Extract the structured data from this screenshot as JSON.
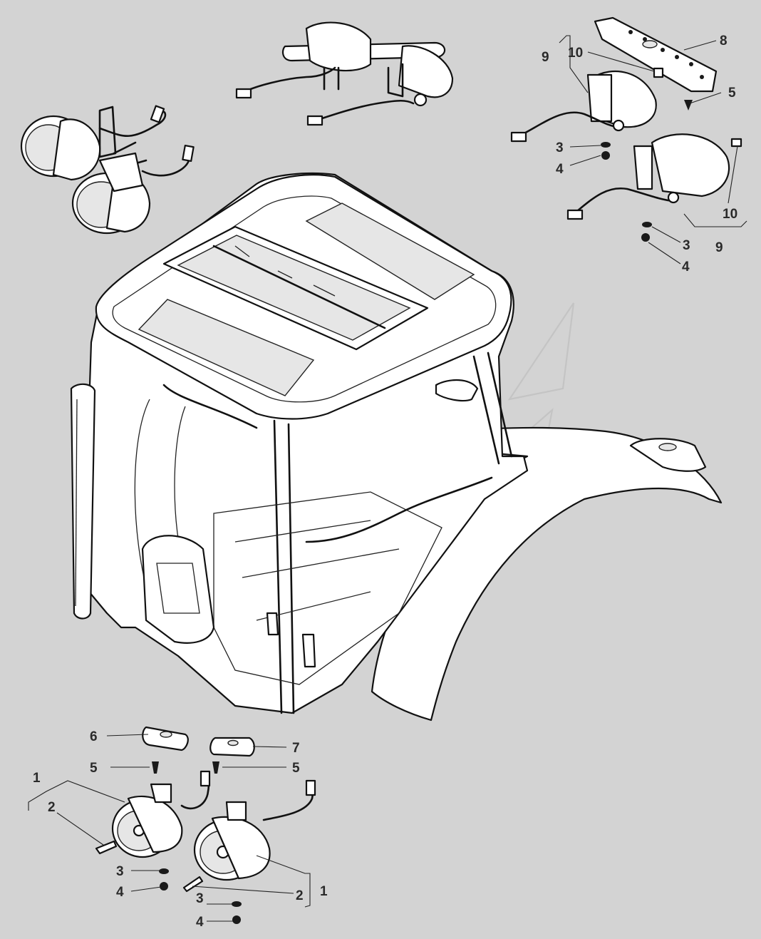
{
  "callouts": {
    "c1a": "1",
    "c1b": "1",
    "c2a": "2",
    "c2b": "2",
    "c3a": "3",
    "c3b": "3",
    "c3c": "3",
    "c3d": "3",
    "c4a": "4",
    "c4b": "4",
    "c4c": "4",
    "c4d": "4",
    "c5a": "5",
    "c5b": "5",
    "c5c": "5",
    "c6": "6",
    "c7": "7",
    "c8": "8",
    "c9a": "9",
    "c9b": "9",
    "c10a": "10",
    "c10b": "10"
  },
  "colors": {
    "background": "#d3d3d3",
    "line": "#111111",
    "fill": "#ffffff",
    "watermark": "#c4c4c4"
  }
}
